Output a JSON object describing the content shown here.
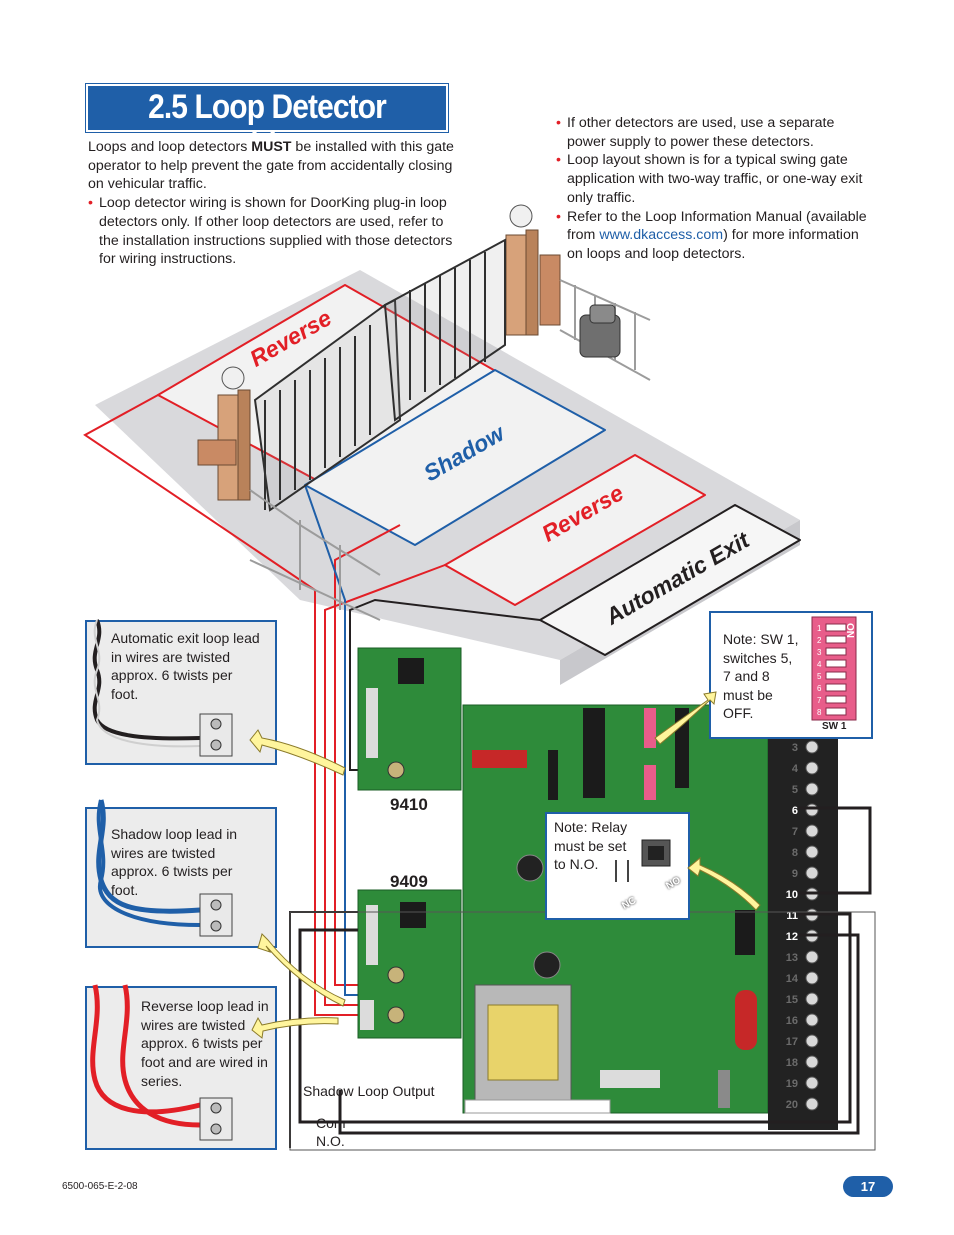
{
  "title": "2.5 Loop Detector Wiring",
  "intro": {
    "paragraph_pre": "Loops and loop detectors ",
    "paragraph_bold": "MUST",
    "paragraph_post": " be installed with this gate operator to help prevent the gate from accidentally closing on vehicular traffic.",
    "bullet": "Loop detector wiring is shown for DoorKing plug-in loop detectors only. If other loop detectors are used, refer to the installation instructions supplied with those detectors for wiring instructions."
  },
  "right_bullets": {
    "b1": "If other detectors are used, use a separate power supply to power these detectors.",
    "b2": "Loop layout shown is for a typical swing gate application with two-way traffic, or one-way exit only traffic.",
    "b3_pre": "Refer to the Loop Information Manual (available from ",
    "b3_link": "www.dkaccess.com",
    "b3_post": ") for more information on loops and loop detectors."
  },
  "loops": {
    "reverse_top": "Reverse",
    "shadow": "Shadow",
    "reverse_bottom": "Reverse",
    "automatic_exit": "Automatic Exit"
  },
  "callouts": {
    "auto_exit": "Automatic exit loop lead in wires are twisted approx. 6 twists per foot.",
    "shadow": "Shadow loop lead in wires are twisted approx. 6 twists per foot.",
    "reverse": "Reverse loop lead in wires are twisted approx. 6 twists per foot and are wired in series."
  },
  "boards": {
    "b9410": "9410",
    "b9409": "9409"
  },
  "notes": {
    "sw1": "Note: SW 1, switches 5, 7 and 8 must be OFF.",
    "sw1_label": "SW 1",
    "sw_on": "ON",
    "relay": "Note: Relay must be set to N.O.",
    "nc": "NC",
    "no": "NO"
  },
  "output": {
    "shadow_loop_output": "Shadow Loop Output",
    "com": "Com",
    "no": "N.O."
  },
  "terminals": [
    "3",
    "4",
    "5",
    "6",
    "7",
    "8",
    "9",
    "10",
    "11",
    "12",
    "13",
    "14",
    "15",
    "16",
    "17",
    "18",
    "19",
    "20"
  ],
  "bold_terminals": [
    "6",
    "10",
    "11",
    "12"
  ],
  "dip_switches": [
    "1",
    "2",
    "3",
    "4",
    "5",
    "6",
    "7",
    "8"
  ],
  "page_number": "17",
  "doc_id": "6500-065-E-2-08",
  "colors": {
    "brand_blue": "#1f5fa8",
    "red": "#e21f26",
    "board_green": "#2e8b3a"
  }
}
